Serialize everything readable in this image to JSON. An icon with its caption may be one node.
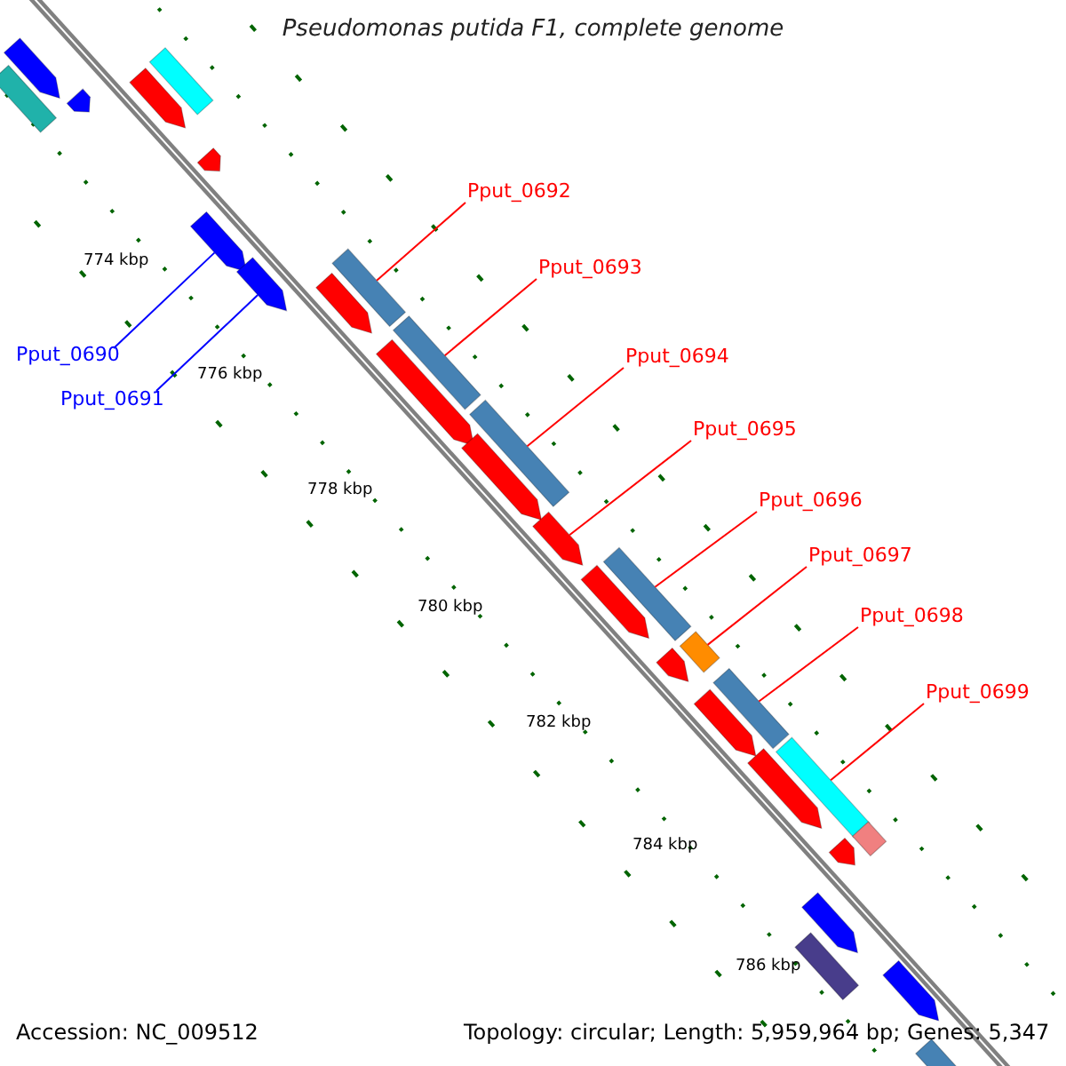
{
  "diagram": {
    "title": "Pseudomonas putida F1, complete genome",
    "nodes": [
      {
        "text": [
          "Pput_0690"
        ]
      },
      {
        "text": [
          "Pput_0691"
        ]
      },
      {
        "text": [
          "Pput_0692"
        ]
      },
      {
        "text": [
          "Pput_0693"
        ]
      },
      {
        "text": [
          "Pput_0694"
        ]
      },
      {
        "text": [
          "Pput_0695"
        ]
      },
      {
        "text": [
          "Pput_0696"
        ]
      },
      {
        "text": [
          "Pput_0697"
        ]
      },
      {
        "text": [
          "Pput_0698"
        ]
      },
      {
        "text": [
          "Pput_0699"
        ]
      },
      {
        "text": [],
        "shape": "bar"
      },
      {
        "text": [],
        "shape": "bar"
      },
      {
        "text": [],
        "shape": "bar"
      },
      {
        "text": [],
        "shape": "bar"
      },
      {
        "text": [],
        "shape": "bar"
      },
      {
        "text": [],
        "shape": "bar"
      },
      {
        "text": [],
        "shape": "bar"
      },
      {
        "text": [],
        "shape": "bar"
      },
      {
        "text": [],
        "shape": "bar"
      },
      {
        "text": [],
        "shape": "bar"
      },
      {
        "text": [],
        "shape": "bar"
      },
      {
        "text": [],
        "shape": "bar"
      },
      {
        "text": [],
        "shape": "bar"
      },
      {
        "text": [],
        "shape": "bar"
      },
      {
        "text": [],
        "shape": "bar"
      },
      {
        "text": [],
        "shape": "bar"
      },
      {
        "text": [],
        "shape": "bar"
      },
      {
        "text": [],
        "shape": "bar"
      },
      {
        "text": [],
        "shape": "bar"
      },
      {
        "text": [],
        "shape": "bar"
      },
      {
        "text": [],
        "shape": "bar"
      },
      {
        "text": [],
        "shape": "bar"
      },
      {
        "text": [],
        "shape": "bar"
      },
      {
        "text": [],
        "shape": "bar"
      },
      {
        "text": [],
        "shape": "bar"
      },
      {
        "text": [],
        "shape": "bar"
      },
      {
        "text": [],
        "shape": "bar"
      },
      {
        "text": [],
        "shape": "bar"
      },
      {
        "text": [],
        "shape": "bar"
      }
    ],
    "edges": [
      {
        "from": 0,
        "to": 16,
        "arrow": "none",
        "color": "#0000ff"
      },
      {
        "from": 1,
        "to": 17,
        "arrow": "none",
        "color": "#0000ff"
      },
      {
        "from": 2,
        "to": 18,
        "arrow": "none"
      },
      {
        "from": 3,
        "to": 20,
        "arrow": "none"
      },
      {
        "from": 4,
        "to": 22,
        "arrow": "none"
      },
      {
        "from": 5,
        "to": 24,
        "arrow": "none"
      },
      {
        "from": 6,
        "to": 26,
        "arrow": "none"
      },
      {
        "from": 7,
        "to": 28,
        "arrow": "none"
      },
      {
        "from": 8,
        "to": 30,
        "arrow": "none"
      },
      {
        "from": 9,
        "to": 32,
        "arrow": "none"
      }
    ],
    "labels": [
      "774 kbp",
      "776 kbp",
      "778 kbp",
      "780 kbp",
      "782 kbp",
      "784 kbp",
      "786 kbp",
      "Accession: NC_009512",
      "Topology: circular; Length: 5,959,964 bp; Genes: 5,347"
    ]
  }
}
